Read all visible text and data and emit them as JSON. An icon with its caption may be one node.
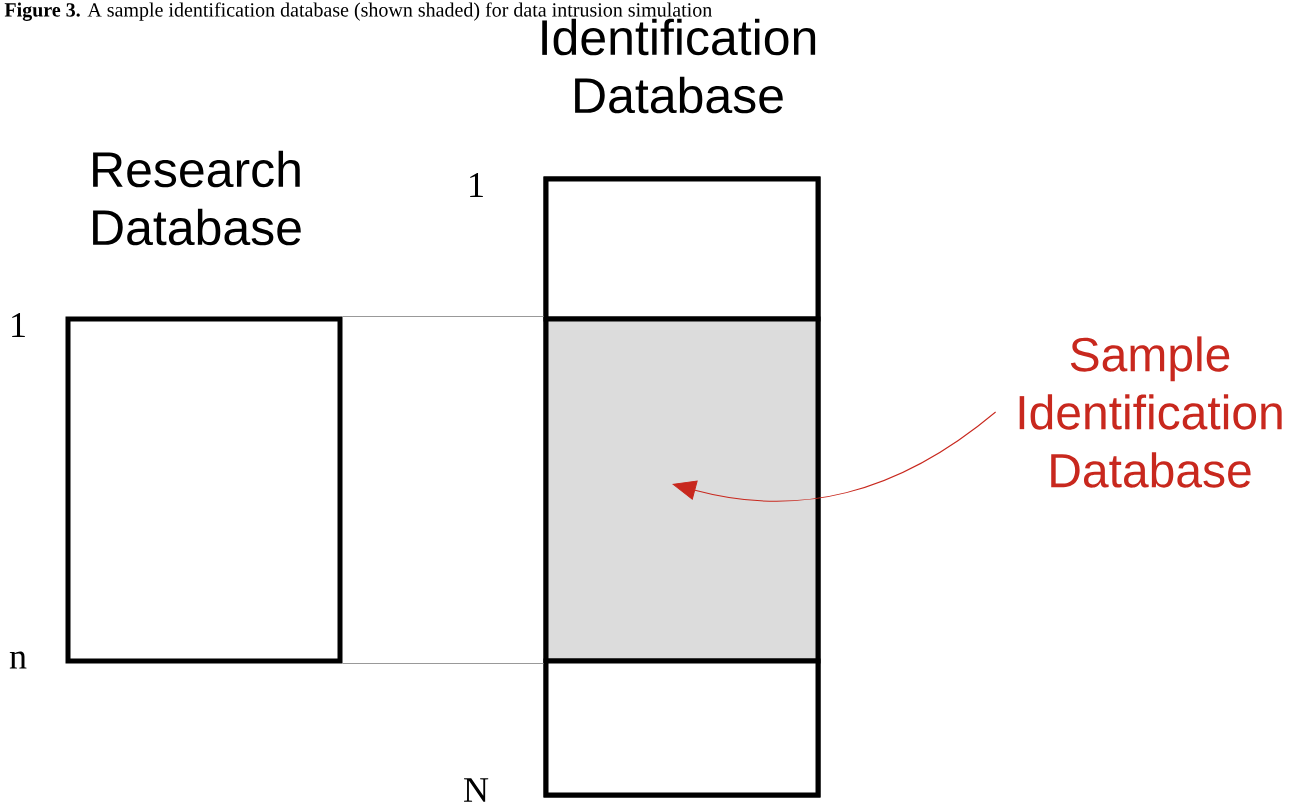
{
  "diagram": {
    "caption": "**Figure 3.** A sample identification database (shown shaded) for data intrusion simulation",
    "nodes": [
      {
        "text": [
          "Research Database"
        ]
      },
      {
        "text": [
          "Identification Database"
        ]
      },
      {
        "text": [],
        "shape": "box",
        "in": 1
      },
      {
        "text": [],
        "shape": "box",
        "in": 1
      },
      {
        "text": [],
        "shape": "box",
        "in": 1
      },
      {
        "text": [
          "Sample Identification Database"
        ]
      }
    ],
    "edges": [
      {
        "from": 0,
        "to": 3,
        "arrow": "none",
        "color": "#999999"
      },
      {
        "from": 0,
        "to": 3,
        "arrow": "none",
        "color": "#999999"
      },
      {
        "from": 5,
        "to": 3,
        "arrow": "to",
        "color": "#c8281e"
      }
    ],
    "labels": [
      "1",
      "1",
      "n",
      "N"
    ]
  }
}
